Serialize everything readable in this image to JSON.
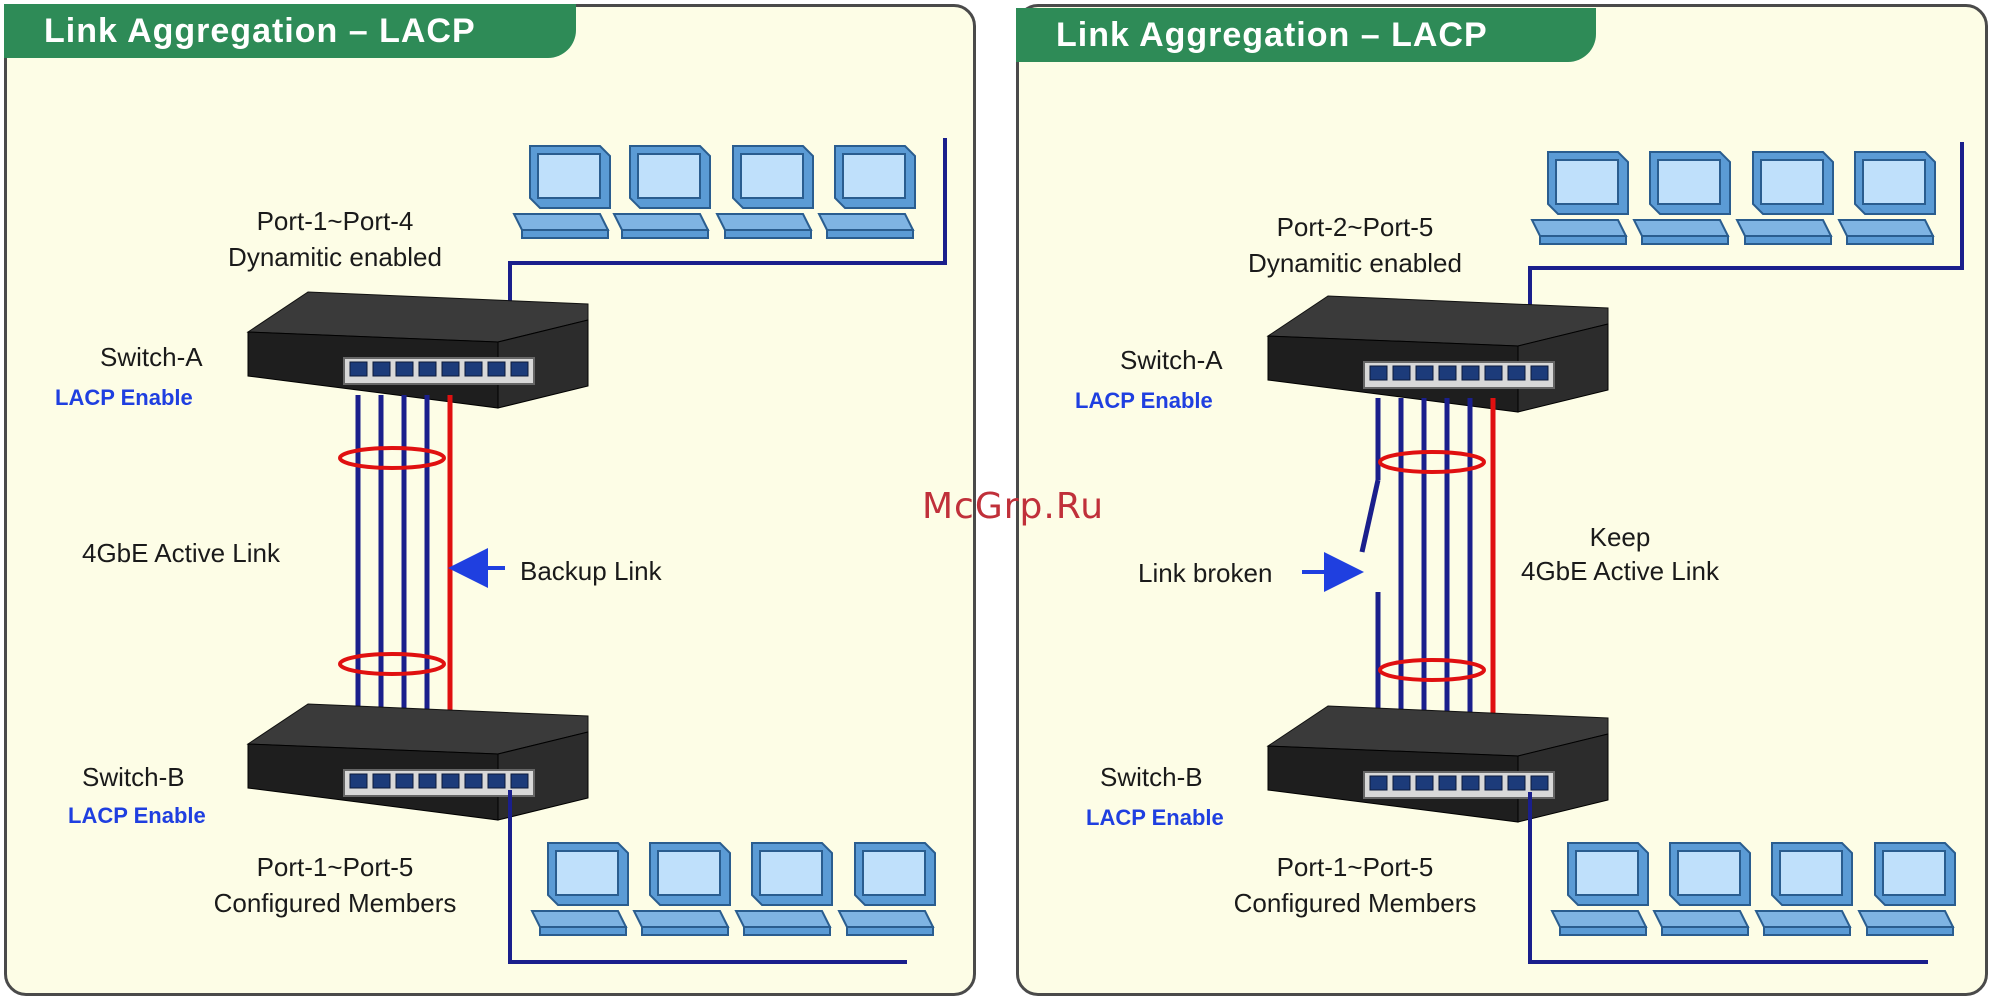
{
  "watermark": "McGrp.Ru",
  "colors": {
    "banner": "#2e8b57",
    "panel": "#fdfde6",
    "lacp_text": "#1f3fe0",
    "active_link": "#1a1f8c",
    "backup_link": "#e01010",
    "ring": "#e01010",
    "arrow": "#1f3fe0"
  },
  "left": {
    "title": "Link Aggregation  –  LACP",
    "top_ports_line1": "Port-1~Port-4",
    "top_ports_line2": "Dynamitic  enabled",
    "switch_a": "Switch-A",
    "switch_a_lacp": "LACP Enable",
    "switch_b": "Switch-B",
    "switch_b_lacp": "LACP Enable",
    "active_link": "4GbE Active Link",
    "backup_link": "Backup Link",
    "bottom_ports_line1": "Port-1~Port-5",
    "bottom_ports_line2": "Configured Members"
  },
  "right": {
    "title": "Link Aggregation  –  LACP",
    "top_ports_line1": "Port-2~Port-5",
    "top_ports_line2": "Dynamitic  enabled",
    "switch_a": "Switch-A",
    "switch_a_lacp": "LACP Enable",
    "switch_b": "Switch-B",
    "switch_b_lacp": "LACP Enable",
    "keep_line1": "Keep",
    "keep_line2": "4GbE Active Link",
    "link_broken": "Link broken",
    "bottom_ports_line1": "Port-1~Port-5",
    "bottom_ports_line2": "Configured Members"
  }
}
